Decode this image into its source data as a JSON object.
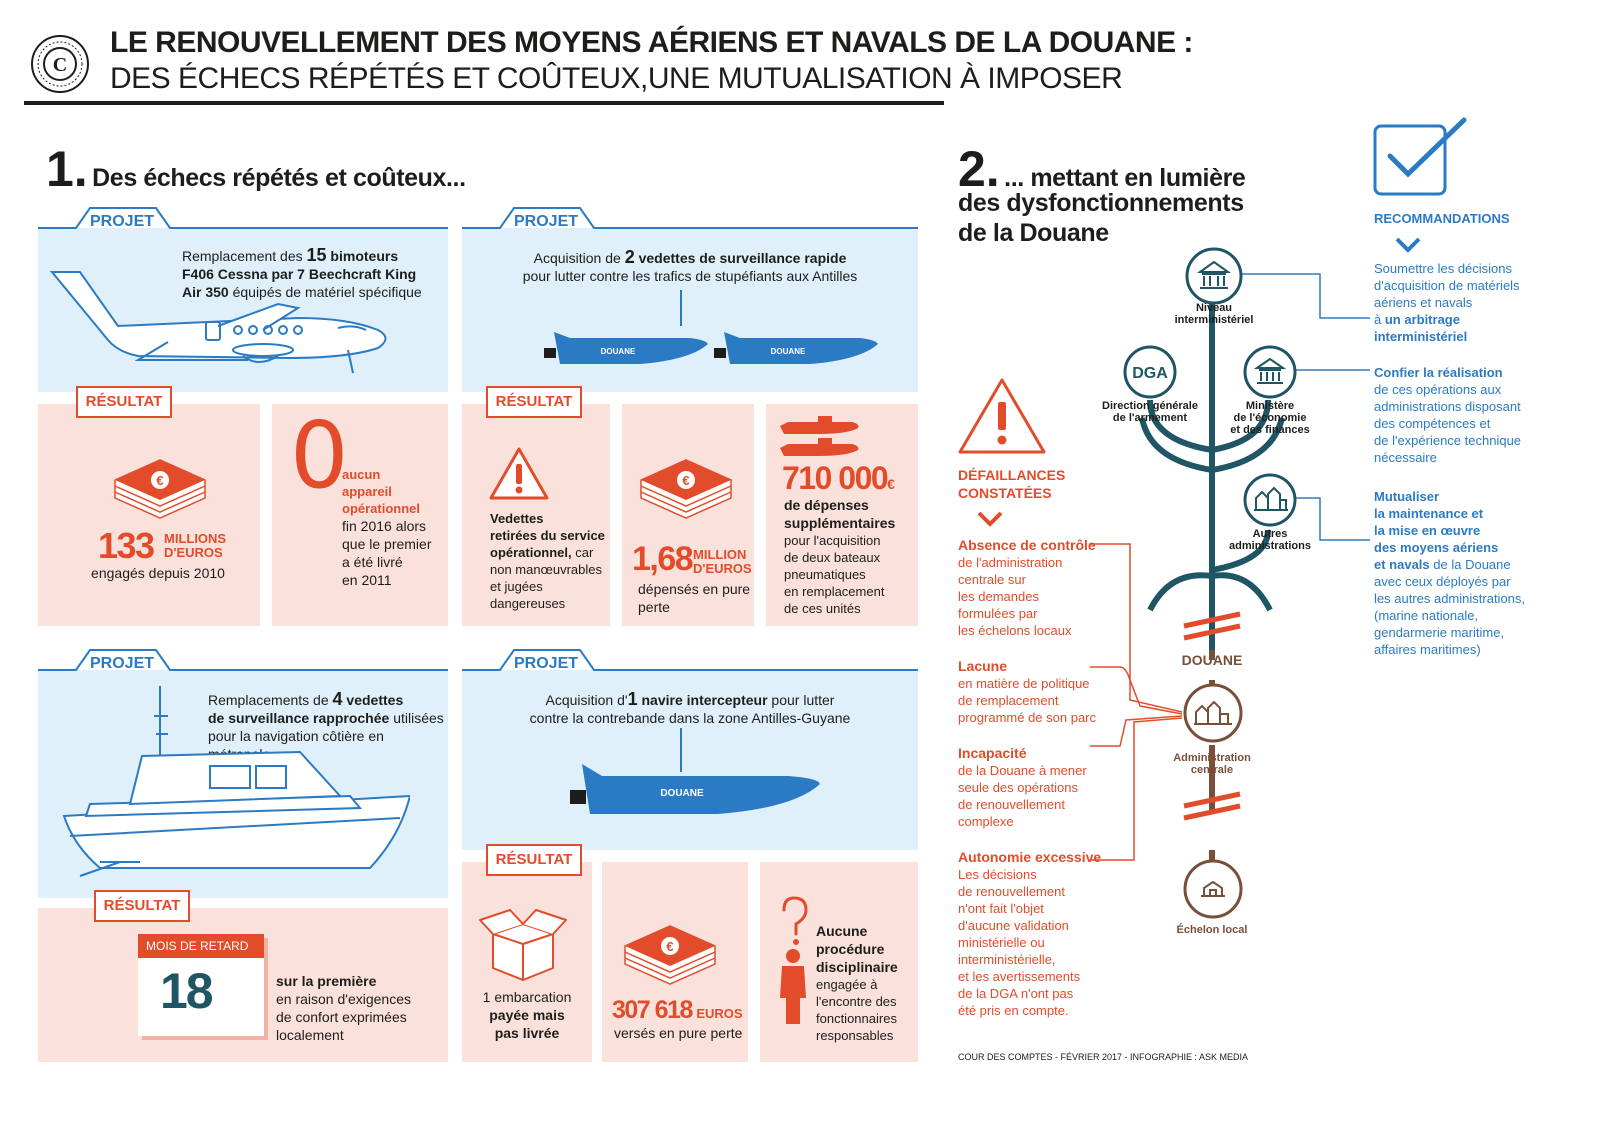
{
  "header": {
    "title_line1": "LE RENOUVELLEMENT DES MOYENS AÉRIENS ET NAVALS DE LA DOUANE :",
    "title_line2": "DES ÉCHECS RÉPÉTÉS ET COÛTEUX,UNE MUTUALISATION À IMPOSER",
    "logo_letter": "C"
  },
  "section1": {
    "number": "1.",
    "title": "Des échecs répétés et coûteux..."
  },
  "section2": {
    "number": "2.",
    "title_l1": "... mettant en lumière",
    "title_l2": "des dysfonctionnements",
    "title_l3": "de la Douane"
  },
  "labels": {
    "projet": "PROJET",
    "resultat": "RÉSULTAT"
  },
  "project1": {
    "desc_a": "Remplacement des ",
    "desc_num": "15",
    "desc_b": " bimoteurs",
    "desc_c": "F406 Cessna par 7 Beechcraft King",
    "desc_d": "Air 350",
    "desc_e": " équipés de matériel spécifique",
    "r1_value": "133",
    "r1_unit_l1": "MILLIONS",
    "r1_unit_l2": "D'EUROS",
    "r1_caption": "engagés depuis 2010",
    "r2_value": "0",
    "r2_l1": "aucun",
    "r2_l2": "appareil",
    "r2_l3": "opérationnel",
    "r2_l4": "fin 2016 alors",
    "r2_l5": "que le premier",
    "r2_l6": "a été livré",
    "r2_l7": "en 2011"
  },
  "project2": {
    "desc_a": "Acquisition de ",
    "desc_num": "2",
    "desc_b": " vedettes de surveillance rapide",
    "desc_c": "pour lutter contre les trafics de stupéfiants aux Antilles",
    "boat_label": "DOUANE",
    "r1_l1": "Vedettes",
    "r1_l2": "retirées du service",
    "r1_l3": "opérationnel,",
    "r1_l3b": " car",
    "r1_l4": "non manœuvrables",
    "r1_l5": "et jugées",
    "r1_l6": "dangereuses",
    "r2_value": "1,68",
    "r2_unit_l1": "MILLION",
    "r2_unit_l2": "D'EUROS",
    "r2_l1": "dépensés en pure",
    "r2_l2": "perte",
    "r3_value": "710 000",
    "r3_currency": "€",
    "r3_l1": "de dépenses",
    "r3_l2": "supplémentaires",
    "r3_l3": "pour l'acquisition",
    "r3_l4": "de deux bateaux",
    "r3_l5": "pneumatiques",
    "r3_l6": "en remplacement",
    "r3_l7": "de ces unités"
  },
  "project3": {
    "desc_a": "Remplacements de ",
    "desc_num": "4",
    "desc_b": " vedettes",
    "desc_c": "de surveillance rapprochée",
    "desc_d": " utilisées",
    "desc_e": "pour la navigation côtière en métropole",
    "r_cal_label": "MOIS DE RETARD",
    "r_value": "18",
    "r_l1": "sur la première",
    "r_l2": "en raison d'exigences",
    "r_l3": "de confort exprimées",
    "r_l4": "localement"
  },
  "project4": {
    "desc_a": "Acquisition d'",
    "desc_num": "1",
    "desc_b": " navire intercepteur",
    "desc_c": " pour lutter",
    "desc_d": "contre la contrebande dans la zone Antilles-Guyane",
    "boat_label": "DOUANE",
    "r1_l1": "1 embarcation",
    "r1_l2": "payée mais",
    "r1_l3": "pas livrée",
    "r2_value": "307 618",
    "r2_unit": "EUROS",
    "r2_caption": "versés en pure perte",
    "r3_l1": "Aucune",
    "r3_l2": "procédure",
    "r3_l3": "disciplinaire",
    "r3_l4": "engagée à",
    "r3_l5": "l'encontre des",
    "r3_l6": "fonctionnaires",
    "r3_l7": "responsables"
  },
  "failures": {
    "heading_l1": "DÉFAILLANCES",
    "heading_l2": "CONSTATÉES",
    "items": [
      {
        "title": "Absence de contrôle",
        "body": [
          "de l'administration",
          "centrale sur",
          "les demandes",
          "formulées par",
          "les échelons locaux"
        ]
      },
      {
        "title": "Lacune",
        "body": [
          "en matière de politique",
          "de remplacement",
          "programmé de son parc"
        ]
      },
      {
        "title": "Incapacité",
        "body": [
          "de la Douane à mener",
          "seule des opérations",
          "de renouvellement",
          "complexe"
        ]
      },
      {
        "title": "Autonomie excessive",
        "body": [
          "Les décisions",
          "de renouvellement",
          "n'ont fait l'objet",
          "d'aucune validation",
          "ministérielle ou",
          "interministérielle,",
          "et les avertissements",
          "de la DGA n'ont pas",
          "été pris en compte."
        ]
      }
    ]
  },
  "tree": {
    "niveau_l1": "Niveau",
    "niveau_l2": "interministériel",
    "dga": "DGA",
    "dga_l1": "Direction générale",
    "dga_l2": "de l'armement",
    "min_l1": "Ministère",
    "min_l2": "de l'économie",
    "min_l3": "et des finances",
    "autres_l1": "Autres",
    "autres_l2": "administrations",
    "douane": "DOUANE",
    "admin_l1": "Administration",
    "admin_l2": "centrale",
    "local": "Échelon local"
  },
  "recommendations": {
    "heading": "RECOMMANDATIONS",
    "r1": [
      "Soumettre les décisions",
      "d'acquisition de matériels",
      "aériens et navals"
    ],
    "r1_a": "à ",
    "r1_b1": "un arbitrage",
    "r1_b2": "interministériel",
    "r2_title": "Confier la réalisation",
    "r2": [
      "de ces opérations aux",
      "administrations disposant",
      "des compétences et",
      "de l'expérience technique",
      "nécessaire"
    ],
    "r3_b": [
      "Mutualiser",
      "la maintenance et",
      "la mise en œuvre",
      "des moyens aériens"
    ],
    "r3_b5": "et navals",
    "r3_after": " de la Douane",
    "r3": [
      "avec ceux déployés par",
      "les autres administrations,",
      "(marine nationale,",
      "gendarmerie maritime,",
      "affaires maritimes)"
    ]
  },
  "credit": "COUR DES COMPTES - FÉVRIER 2017 - INFOGRAPHIE : ASK MEDIA",
  "colors": {
    "blue": "#2b7bc4",
    "red": "#e24c2a",
    "teal": "#1f5564",
    "brown": "#7a4f3a",
    "light_blue": "#dff0fa",
    "light_pink": "#fbe1dc"
  }
}
